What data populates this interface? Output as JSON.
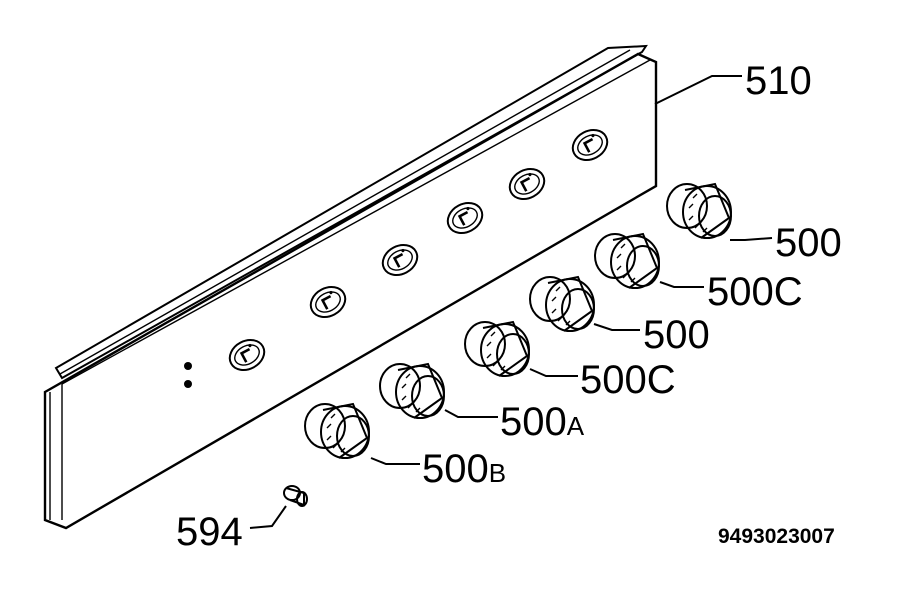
{
  "callouts": {
    "panel": "510",
    "knob_1": "500",
    "knob_2": "500C",
    "knob_3": "500",
    "knob_4": "500C",
    "knob_5_main": "500",
    "knob_5_suffix": "A",
    "knob_6_main": "500",
    "knob_6_suffix": "B",
    "screw": "594"
  },
  "catalog_number": "9493023007",
  "colors": {
    "line": "#000000",
    "background": "#ffffff"
  }
}
